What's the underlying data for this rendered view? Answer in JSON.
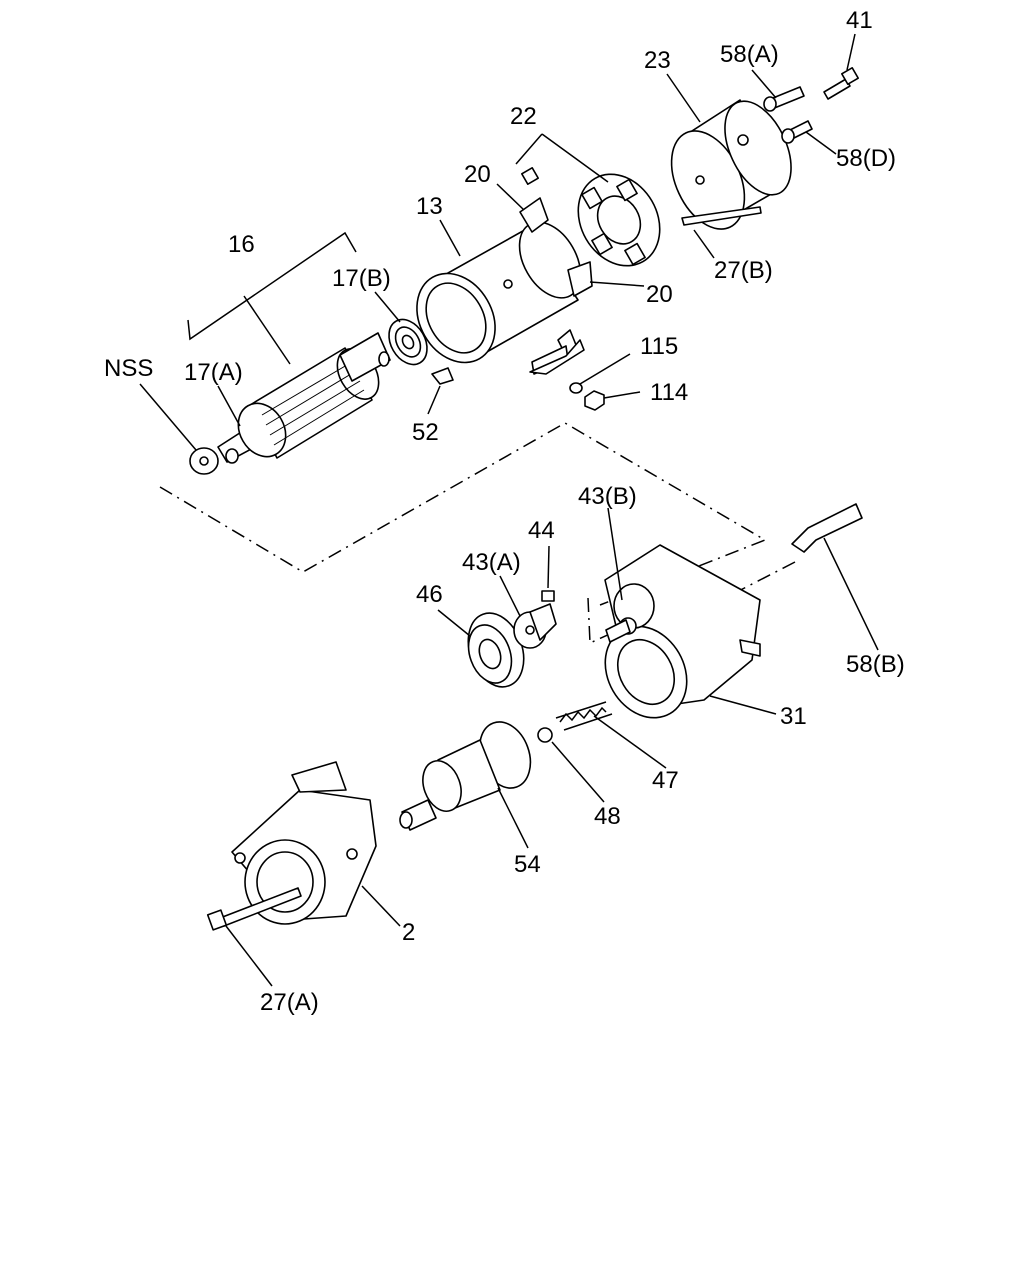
{
  "diagram": {
    "labels": {
      "l41": "41",
      "l58a": "58(A)",
      "l23": "23",
      "l22": "22",
      "l58d": "58(D)",
      "l20a": "20",
      "l13": "13",
      "l16": "16",
      "l17b": "17(B)",
      "l20b": "20",
      "l27b": "27(B)",
      "lnss": "NSS",
      "l17a": "17(A)",
      "l115": "115",
      "l114": "114",
      "l52": "52",
      "l43b": "43(B)",
      "l44": "44",
      "l43a": "43(A)",
      "l46": "46",
      "l58b": "58(B)",
      "l31": "31",
      "l47": "47",
      "l48": "48",
      "l54": "54",
      "l2": "2",
      "l27a": "27(A)"
    }
  }
}
